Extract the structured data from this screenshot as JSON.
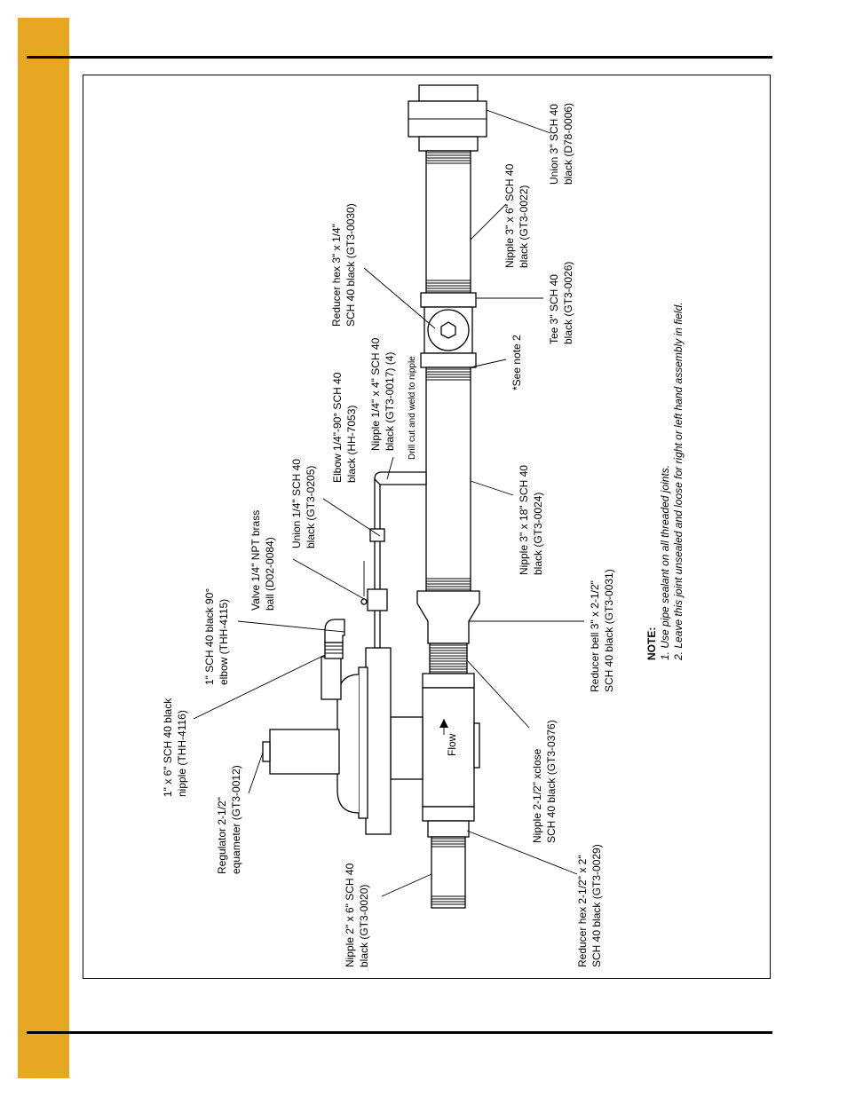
{
  "colors": {
    "accent_sidebar": "#e6a722",
    "rule": "#000000"
  },
  "flow_label": "Flow",
  "callouts": {
    "union_3": [
      "Union 3\" SCH 40",
      "black (D78-0006)"
    ],
    "nipple_3x6": [
      "Nipple 3\" x 6\" SCH 40",
      "black (GT3-0022)"
    ],
    "reducer_hex_3x14": [
      "Reducer hex 3\" x 1/4\"",
      "SCH 40 black (GT3-0030)"
    ],
    "tee_3": [
      "Tee 3\" SCH 40",
      "black (GT3-0026)"
    ],
    "see_note_2": [
      "*See note 2"
    ],
    "nipple_14x4": [
      "Nipple 1/4\" x 4\" SCH 40",
      "black (GT3-0017) (4)"
    ],
    "drill_note": [
      "Drill cut and weld to nipple"
    ],
    "elbow_14_90": [
      "Elbow 1/4\"-90° SCH 40",
      "black (HH-7053)"
    ],
    "nipple_3x18": [
      "Nipple 3\" x 18\" SCH 40",
      "black (GT3-0024)"
    ],
    "union_14": [
      "Union 1/4\" SCH 40",
      "black (GT3-0205)"
    ],
    "valve_14": [
      "Valve 1/4\" NPT brass",
      "ball (D02-0084)"
    ],
    "reducer_bell": [
      "Reducer bell 3\" x 2-1/2\"",
      "SCH 40 black (GT3-0031)"
    ],
    "elbow_1_90": [
      "1\" SCH 40 black 90°",
      "elbow (THH-4115)"
    ],
    "nipple_1x6": [
      "1\" x 6\" SCH 40 black",
      "nipple (THH-4116)"
    ],
    "nipple_xclose": [
      "Nipple 2-1/2\" xclose",
      "SCH 40 black (GT3-0376)"
    ],
    "regulator": [
      "Regulator 2-1/2\"",
      "equameter (GT3-0012)"
    ],
    "reducer_hex_25x2": [
      "Reducer hex 2-1/2\" x 2\"",
      "SCH 40 black (GT3-0029)"
    ],
    "nipple_2x6": [
      "Nipple 2\" x 6\" SCH 40",
      "black (GT3-0020)"
    ]
  },
  "notes": {
    "title": "NOTE:",
    "lines": [
      "1. Use pipe sealant on all threaded joints.",
      "2. Leave this joint unsealed and loose for right or left hand assembly in field."
    ]
  }
}
